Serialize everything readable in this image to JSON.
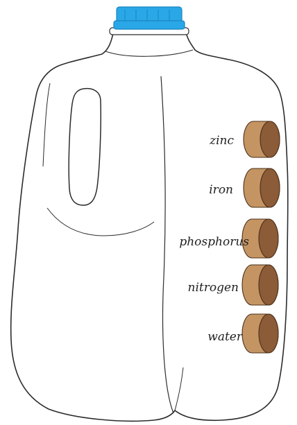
{
  "jug": {
    "colors": {
      "cap": "#2aa7e6",
      "cap_dark": "#1b86c2",
      "body_outline": "#2b2b2b",
      "body_fill": "#ffffff",
      "plug_side": "#c49563",
      "plug_face": "#8c5b37",
      "plug_rim": "#4a2f1a"
    },
    "labels": [
      {
        "id": "zinc",
        "text": "zinc"
      },
      {
        "id": "iron",
        "text": "iron"
      },
      {
        "id": "phosphorus",
        "text": "phosphorus"
      },
      {
        "id": "nitrogen",
        "text": "nitrogen"
      },
      {
        "id": "water",
        "text": "water"
      }
    ]
  }
}
